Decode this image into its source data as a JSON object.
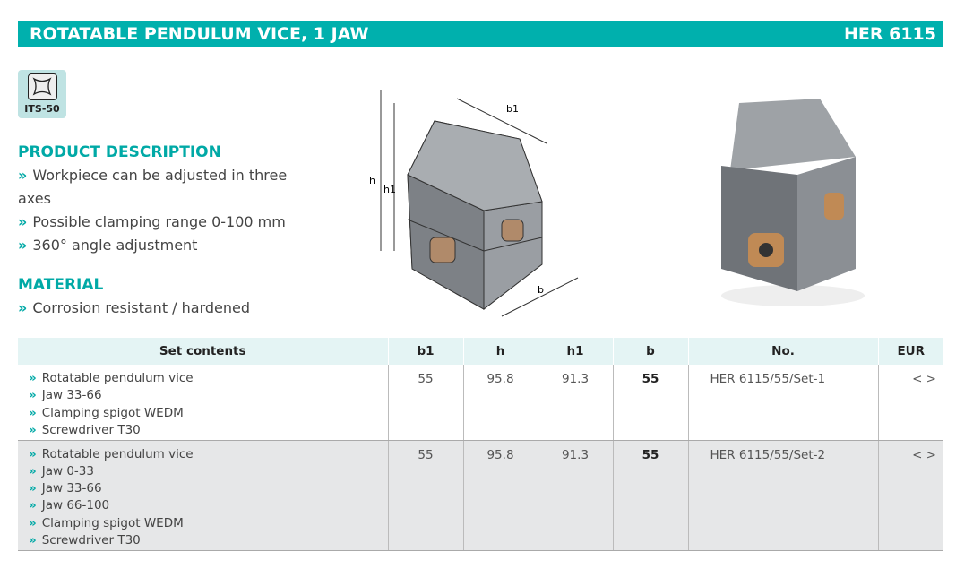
{
  "header": {
    "title": "ROTATABLE PENDULUM VICE, 1 JAW",
    "code": "HER 6115"
  },
  "badge": {
    "label": "ITS-50",
    "icon": "its-50-chuck-icon"
  },
  "description": {
    "heading": "PRODUCT DESCRIPTION",
    "items": [
      "Workpiece can be adjusted in three axes",
      "Possible clamping range 0-100 mm",
      "360° angle adjustment"
    ]
  },
  "material": {
    "heading": "MATERIAL",
    "items": [
      "Corrosion resistant / hardened"
    ]
  },
  "drawing": {
    "labels": {
      "b1": "b1",
      "h": "h",
      "h1": "h1",
      "b": "b"
    }
  },
  "table": {
    "headers": [
      "Set contents",
      "b1",
      "h",
      "h1",
      "b",
      "No.",
      "EUR"
    ],
    "rows": [
      {
        "contents": [
          "Rotatable pendulum vice",
          "Jaw 33-66",
          "Clamping spigot WEDM",
          "Screwdriver T30"
        ],
        "b1": "55",
        "h": "95.8",
        "h1": "91.3",
        "b": "55",
        "no": "HER 6115/55/Set-1",
        "eur": "< >"
      },
      {
        "contents": [
          "Rotatable pendulum vice",
          "Jaw 0-33",
          "Jaw 33-66",
          "Jaw 66-100",
          "Clamping spigot WEDM",
          "Screwdriver T30"
        ],
        "b1": "55",
        "h": "95.8",
        "h1": "91.3",
        "b": "55",
        "no": "HER 6115/55/Set-2",
        "eur": "< >"
      }
    ]
  }
}
